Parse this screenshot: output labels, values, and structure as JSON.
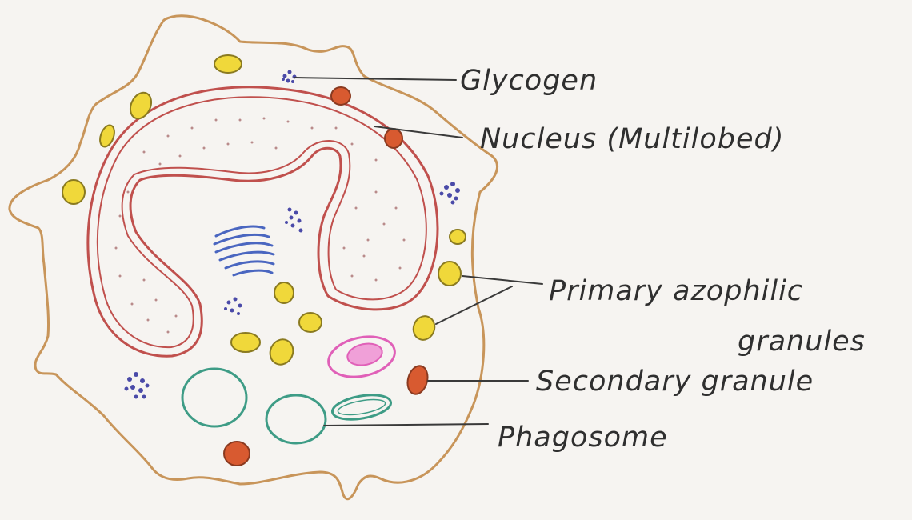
{
  "labels": {
    "glycogen": "Glycogen",
    "nucleus": "Nucleus (Multilobed)",
    "primary_line1": "Primary azophilic",
    "primary_line2": "granules",
    "secondary": "Secondary granule",
    "phagosome": "Phagosome"
  },
  "colors": {
    "cell_membrane": "#c8955a",
    "nuclear_envelope": "#c0504d",
    "chromatin_dots": "#a06060",
    "primary_granule": "#f0d83a",
    "secondary_granule": "#d85a30",
    "glycogen": "#4a4aa8",
    "golgi": "#4a66c0",
    "phagosome": "#3e9c86",
    "vacuole": "#e060b8",
    "background": "#f6f4f1"
  }
}
